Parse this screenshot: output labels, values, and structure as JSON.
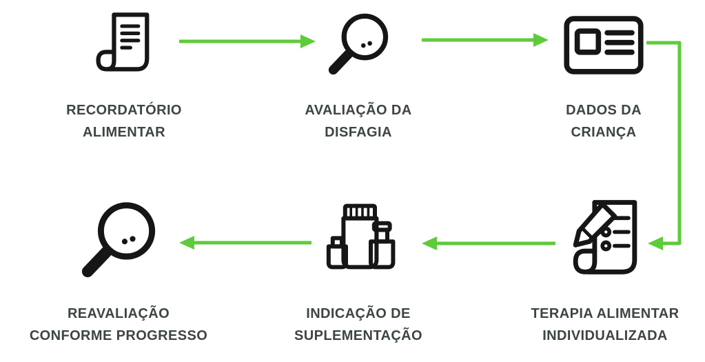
{
  "colors": {
    "arrow_green": "#5ecb3a",
    "icon_black": "#161616",
    "label_gray": "#3d4543",
    "background": "#ffffff"
  },
  "steps": [
    {
      "id": "recordatorio-alimentar",
      "line1": "RECORDATÓRIO",
      "line2": "ALIMENTAR",
      "icon": "food-diary-scroll-icon"
    },
    {
      "id": "avaliacao-da-disfagia",
      "line1": "AVALIAÇÃO DA",
      "line2": "DISFAGIA",
      "icon": "magnifier-icon"
    },
    {
      "id": "dados-da-crianca",
      "line1": "DADOS DA",
      "line2": "CRIANÇA",
      "icon": "id-card-icon"
    },
    {
      "id": "terapia-alimentar-individualizada",
      "line1": "TERAPIA ALIMENTAR",
      "line2": "INDIVIDUALIZADA",
      "icon": "prescription-checklist-pencil-icon"
    },
    {
      "id": "indicacao-de-suplementacao",
      "line1": "INDICAÇÃO DE",
      "line2": "SUPLEMENTAÇÃO",
      "icon": "supplement-bottles-icon"
    },
    {
      "id": "reavaliacao-conforme-progresso",
      "line1": "REAVALIAÇÃO",
      "line2": "CONFORME PROGRESSO",
      "icon": "magnifier-icon"
    }
  ],
  "flow": {
    "connections": [
      {
        "from": "recordatorio-alimentar",
        "to": "avaliacao-da-disfagia",
        "direction": "right"
      },
      {
        "from": "avaliacao-da-disfagia",
        "to": "dados-da-crianca",
        "direction": "right"
      },
      {
        "from": "dados-da-crianca",
        "to": "terapia-alimentar-individualizada",
        "direction": "down-left"
      },
      {
        "from": "terapia-alimentar-individualizada",
        "to": "indicacao-de-suplementacao",
        "direction": "left"
      },
      {
        "from": "indicacao-de-suplementacao",
        "to": "reavaliacao-conforme-progresso",
        "direction": "left"
      }
    ]
  }
}
